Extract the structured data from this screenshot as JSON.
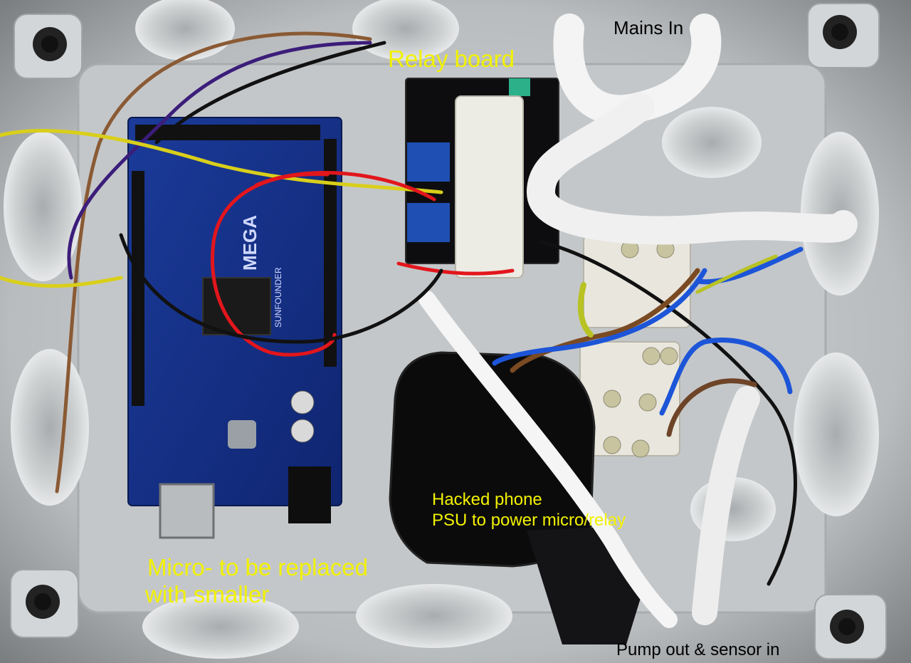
{
  "photo": {
    "subject": "electrical-enclosure-with-microcontroller-and-relay",
    "annotations": {
      "mains_in": "Mains In",
      "relay_board": "Relay board",
      "phone_psu_line1": "Hacked phone",
      "phone_psu_line2": "PSU to power micro/relay",
      "micro_line1": "Micro- to be replaced",
      "micro_line2": "with smaller",
      "pump_out": "Pump out & sensor in"
    },
    "colors": {
      "annotation_yellow": "#f2f200",
      "annotation_black": "#000000",
      "enclosure_grey": "#c9ccce",
      "board_blue": "#16318a",
      "relay_pcb": "#0d0d10"
    },
    "icons": [
      "arduino-mega-board",
      "relay-board",
      "terminal-block",
      "phone-psu",
      "mains-cable"
    ]
  }
}
